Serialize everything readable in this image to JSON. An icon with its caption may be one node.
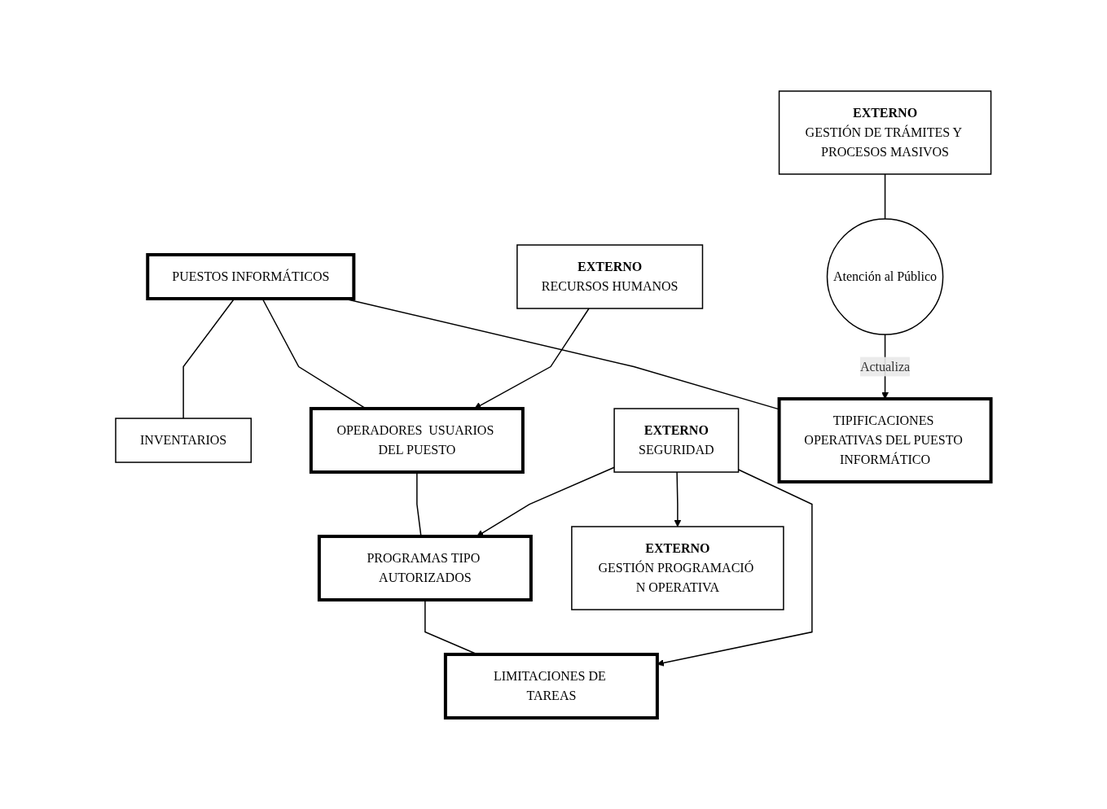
{
  "diagram": {
    "nodes": [
      {
        "text": [
          "PUESTOS INFORMÁTICOS"
        ]
      },
      {
        "text": [
          "INVENTARIOS"
        ]
      },
      {
        "text": [
          "EXTERNO",
          "GESTIÓN DE TRÁMITES Y PROCESOS MASIVOS"
        ]
      },
      {
        "text": [
          "OPERADORES  USUARIOS DEL PUESTO"
        ]
      },
      {
        "text": [
          "EXTERNO",
          "RECURSOS HUMANOS"
        ]
      },
      {
        "text": [
          "PROGRAMAS TIPO AUTORIZADOS"
        ]
      },
      {
        "text": [
          "EXTERNO",
          "SEGURIDAD"
        ]
      },
      {
        "text": [
          "Atención al Público"
        ]
      },
      {
        "text": [
          "LIMITACIONES DE TAREAS"
        ]
      },
      {
        "text": [
          "EXTERNO",
          "GESTIÓN PROGRAMACIÓ N OPERATIVA"
        ]
      },
      {
        "text": [
          "TIPIFICACIONES OPERATIVAS DEL PUESTO INFORMÁTICO"
        ]
      }
    ],
    "edges": [
      {
        "from": 0,
        "to": 1,
        "arrow": "none"
      },
      {
        "from": 0,
        "to": 10,
        "arrow": "none"
      },
      {
        "from": 0,
        "to": 3,
        "arrow": "none"
      },
      {
        "from": 4,
        "to": 3,
        "arrow": "to"
      },
      {
        "from": 3,
        "to": 5,
        "arrow": "none"
      },
      {
        "from": 5,
        "to": 8,
        "arrow": "none"
      },
      {
        "from": 6,
        "to": 5,
        "arrow": "to"
      },
      {
        "from": 6,
        "to": 8,
        "arrow": "to"
      },
      {
        "from": 6,
        "to": 9,
        "arrow": "to"
      },
      {
        "from": 2,
        "to": 7,
        "arrow": "none"
      },
      {
        "from": 7,
        "to": 10,
        "label": "Actualiza",
        "arrow": "to"
      }
    ]
  }
}
